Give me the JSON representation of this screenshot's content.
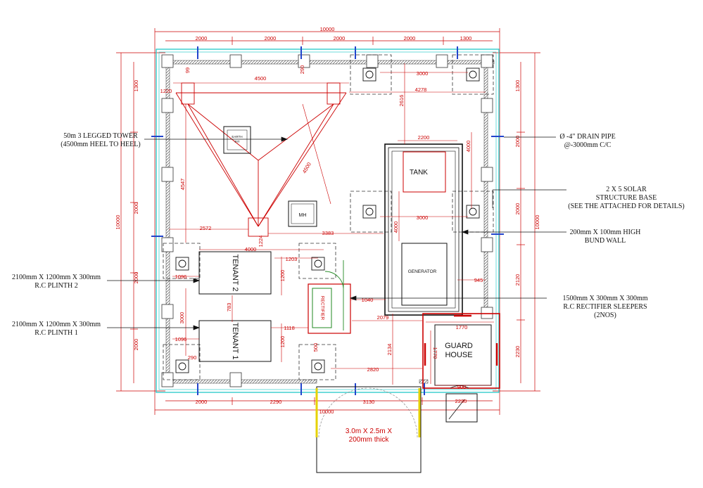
{
  "callouts": {
    "tower_line1": "50m 3 LEGGED TOWER",
    "tower_line2": "(4500mm HEEL TO HEEL)",
    "plinth2_line1": "2100mm X 1200mm X 300mm",
    "plinth2_line2": "R.C PLINTH 2",
    "plinth1_line1": "2100mm X 1200mm X 300mm",
    "plinth1_line2": "R.C PLINTH 1",
    "drain_line1": "Ø -4\" DRAIN PIPE",
    "drain_line2": "@-3000mm C/C",
    "solar_line1": "2 X 5 SOLAR",
    "solar_line2": "STRUCTURE BASE",
    "solar_line3": "(SEE THE ATTACHED FOR DETAILS)",
    "bund_line1": "200mm X 100mm HIGH",
    "bund_line2": "BUND WALL",
    "sleeper_line1": "1500mm X 300mm X 300mm",
    "sleeper_line2": "R.C RECTIFIER SLEEPERS",
    "sleeper_line3": "(2NOS)"
  },
  "labels": {
    "tank": "TANK",
    "generator": "GENERATOR",
    "tenant2": "TENANT 2",
    "tenant1": "TENANT 1",
    "rectifier": "RECTIFIER",
    "guard_line1": "GUARD",
    "guard_line2": "HOUSE",
    "mh": "MH",
    "earth_pit_line1": "EARTH",
    "earth_pit_line2": "PIT",
    "gate_line1": "3.0m X 2.5m X",
    "gate_line2": "200mm thick"
  },
  "dimensions": {
    "top_overall": "10000",
    "top_seg1": "2000",
    "top_seg2": "2000",
    "top_seg3": "2000",
    "top_seg4": "2000",
    "top_seg5": "1300",
    "bottom_overall": "10000",
    "bottom_seg1": "2000",
    "bottom_seg2": "2290",
    "bottom_seg3": "3130",
    "left_overall": "10000",
    "left_seg1": "1300",
    "left_seg2": "2000",
    "left_seg3": "2000",
    "left_seg4": "2000",
    "right_overall": "10000",
    "right_seg1": "1300",
    "right_seg2": "2000",
    "right_seg3": "2000",
    "right_seg4": "2120",
    "right_seg5": "2230",
    "tower_heel": "4500",
    "tower_side": "4500",
    "tower_left": "4547",
    "d_3000_top": "3000",
    "d_4278": "4278",
    "d_2616": "2616",
    "d_2200": "2200",
    "d_4000_v": "4000",
    "d_3000_mid": "3000",
    "d_4000_tank": "4000",
    "d_2572": "2572",
    "d_3383": "3383",
    "d_4000_h": "4000",
    "d_1203": "1203",
    "d_1096_a": "1096",
    "d_1096_b": "1096",
    "d_1200_a": "1200",
    "d_1200_b": "1200",
    "d_783": "783",
    "d_1118": "1118",
    "d_1040": "1040",
    "d_2079": "2079",
    "d_945": "945",
    "d_1770_h": "1770",
    "d_1770_v": "1770",
    "d_900": "900",
    "d_2230_gh": "2230",
    "d_2134": "2134",
    "d_2820": "2820",
    "d_3000_left": "3000",
    "d_290": "290",
    "d_1224": "1224",
    "d_99": "99",
    "d_290_b": "290",
    "d_500": "500",
    "d_1220": "1220"
  },
  "colors": {
    "cad_red": "#cc0000",
    "bund_cyan": "#33cccc",
    "gate_yellow": "#e6d200",
    "drain_blue": "#2244cc",
    "rectifier_green": "#228822"
  }
}
